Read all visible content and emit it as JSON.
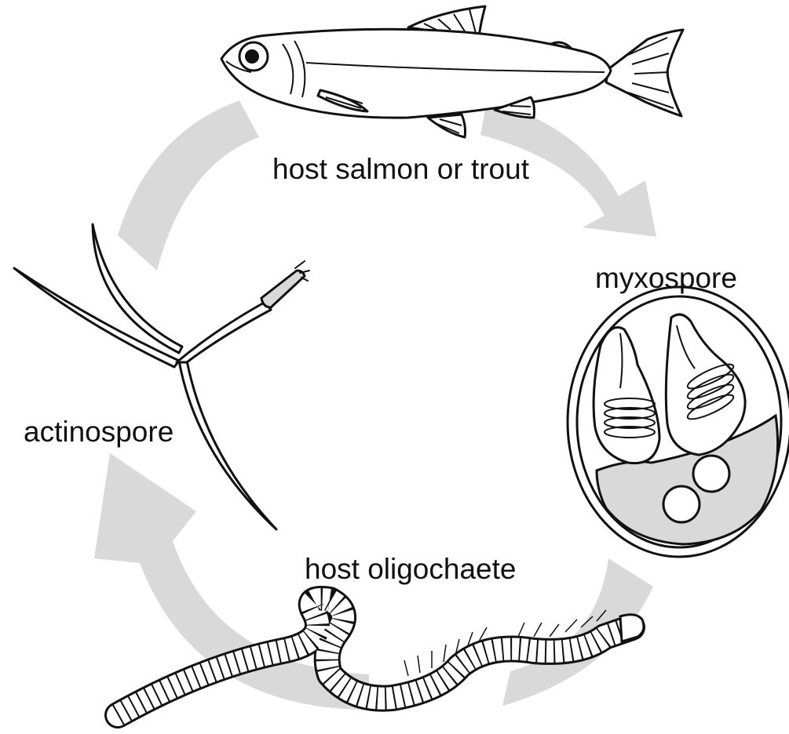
{
  "labels": {
    "host_fish": "host salmon or trout",
    "myxospore": "myxospore",
    "actinospore": "actinospore",
    "host_worm": "host oligochaete"
  },
  "colors": {
    "arrow_fill": "#d9d9d9",
    "ink": "#111111",
    "spore_fill": "#d9d9d9",
    "background": "#ffffff"
  },
  "icons": {
    "fish": "salmon-illustration",
    "myxospore": "myxospore-illustration",
    "actinospore": "actinospore-illustration",
    "worm": "oligochaete-illustration"
  }
}
